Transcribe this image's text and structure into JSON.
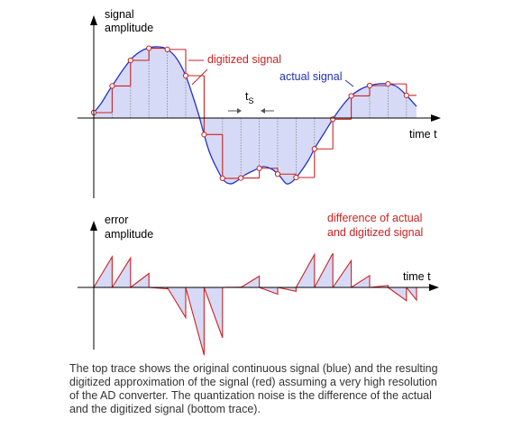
{
  "top_plot": {
    "y_label_line1": "signal",
    "y_label_line2": "amplitude",
    "x_label": "time t",
    "digitized_label": "digitized signal",
    "actual_label": "actual signal",
    "ts_label": "t",
    "ts_subscript": "S"
  },
  "bottom_plot": {
    "y_label_line1": "error",
    "y_label_line2": "amplitude",
    "x_label": "time t",
    "diff_label_line1": "difference of actual",
    "diff_label_line2": "and digitized signal"
  },
  "caption": "The top trace shows the original continuous signal (blue) and the resulting digitized approximation of the signal (red) assuming a very high resolution of the AD converter. The quantization noise is the difference of the actual and the digitized signal (bottom trace).",
  "colors": {
    "actual": "#2233cc",
    "digitized": "#cc2222",
    "fill": "#d6daf6",
    "axis": "#000000",
    "label_red": "#cc2222",
    "label_blue": "#2233aa"
  }
}
